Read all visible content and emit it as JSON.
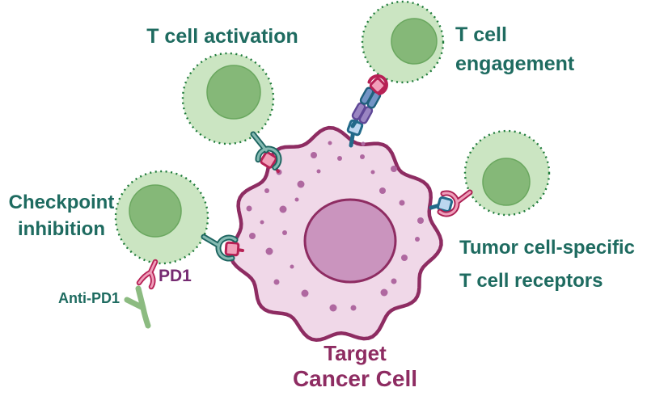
{
  "diagram": {
    "labels": {
      "activation": "T cell activation",
      "engagement_line1": "T cell",
      "engagement_line2": "engagement",
      "checkpoint_line1": "Checkpoint",
      "checkpoint_line2": "inhibition",
      "receptors_line1": "Tumor cell-specific",
      "receptors_line2": "T cell receptors",
      "pd1": "PD1",
      "anti_pd1": "Anti-PD1",
      "target_line1": "Target",
      "target_line2": "Cancer Cell"
    },
    "colors": {
      "label_teal": "#1e6b60",
      "label_magenta": "#8e2c62",
      "pd1_label_purple": "#762b72",
      "t_cell_body": "#cbe5c2",
      "t_cell_nucleus": "#85b878",
      "t_cell_nucleus_border": "#6aa75f",
      "t_cell_border": "#1e7b3a",
      "cancer_body": "#f0d8e8",
      "cancer_border": "#8e2c62",
      "cancer_nucleus": "#ca94be",
      "cancer_dots": "#af68a0",
      "tcr_teal_fill": "#85bab2",
      "tcr_teal_stroke": "#1c6460",
      "antigen_pink_fill": "#f1a0ba",
      "antigen_pink_stroke": "#b72155",
      "receptor_pink_fill": "#ef9fbb",
      "receptor_pink_stroke": "#ab1e52",
      "antigen_blue_fill": "#bcd7f0",
      "antigen_blue_stroke": "#226a8a",
      "engager_blue_fill": "#7394c6",
      "engager_blue_stroke": "#1f5f7c",
      "engager_purple_fill": "#9a85c2",
      "engager_purple_stroke": "#5e4796",
      "anti_pd1_green": "#8cbb81"
    }
  }
}
